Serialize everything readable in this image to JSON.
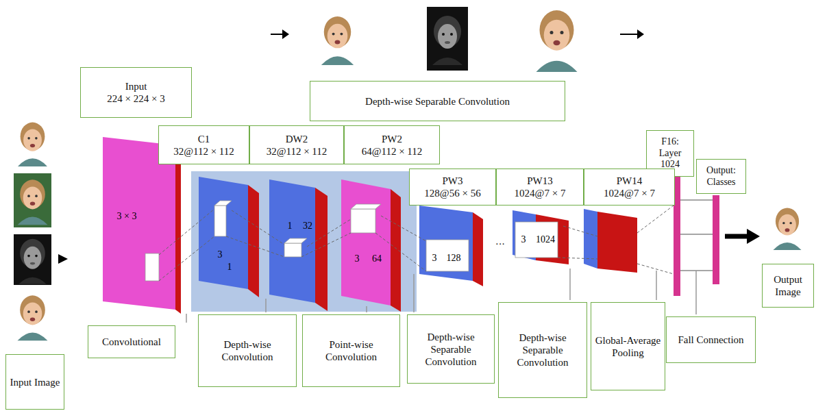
{
  "diagram": {
    "nodes": [
      {
        "text": [
          "Input",
          "224 × 224 × 3"
        ]
      },
      {
        "text": [
          "Depth-wise Separable Convolution"
        ]
      },
      {
        "text": [
          "C1",
          "32@112 × 112"
        ]
      },
      {
        "text": [
          "DW2",
          "32@112 × 112"
        ]
      },
      {
        "text": [
          "PW2",
          "64@112 × 112"
        ]
      },
      {
        "text": [
          "F16: Layer 1024"
        ]
      },
      {
        "text": [
          "Output: Classes"
        ]
      },
      {
        "text": [
          "PW3",
          "128@56 × 56"
        ]
      },
      {
        "text": [
          "PW13",
          "1024@7 × 7"
        ]
      },
      {
        "text": [
          "PW14",
          "1024@7 × 7"
        ]
      },
      {
        "text": [
          "Input Image"
        ]
      },
      {
        "text": [
          "Convolutional"
        ]
      },
      {
        "text": [
          "Depth-wise Convolution"
        ]
      },
      {
        "text": [
          "Point-wise Convolution"
        ]
      },
      {
        "text": [
          "Depth-wise Separable Convolution"
        ]
      },
      {
        "text": [
          "Depth-wise Separable Convolution"
        ]
      },
      {
        "text": [
          "Global-Average Pooling"
        ]
      },
      {
        "text": [
          "Fall Connection"
        ]
      },
      {
        "text": [
          "Output Image"
        ]
      }
    ],
    "labels": [
      "3 × 3",
      "3",
      "1",
      "1",
      "32",
      "3",
      "64",
      "3",
      "128",
      "···",
      "3",
      "1024"
    ]
  }
}
